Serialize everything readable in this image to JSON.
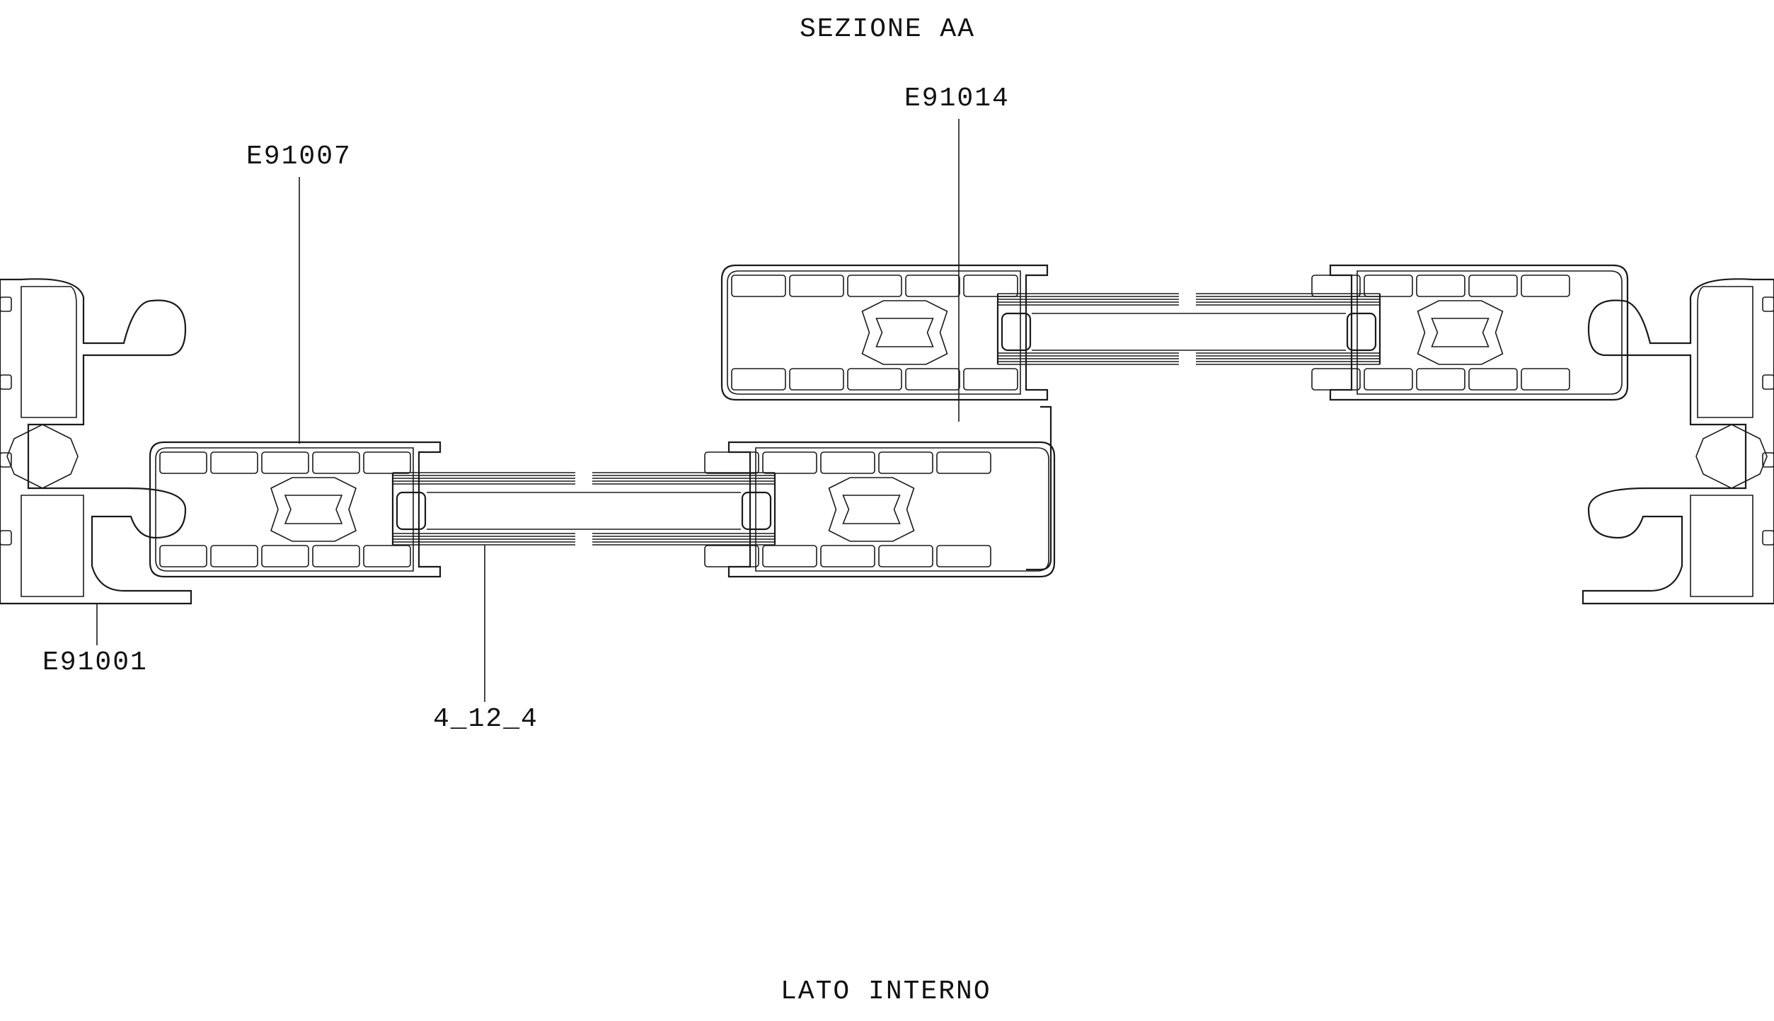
{
  "title": "SEZIONE AA",
  "footer": "LATO INTERNO",
  "callouts": {
    "e91007": "E91007",
    "e91014": "E91014",
    "e91001": "E91001",
    "glass": "4_12_4"
  },
  "colors": {
    "line": "#1a1a1a",
    "background": "#ffffff"
  }
}
